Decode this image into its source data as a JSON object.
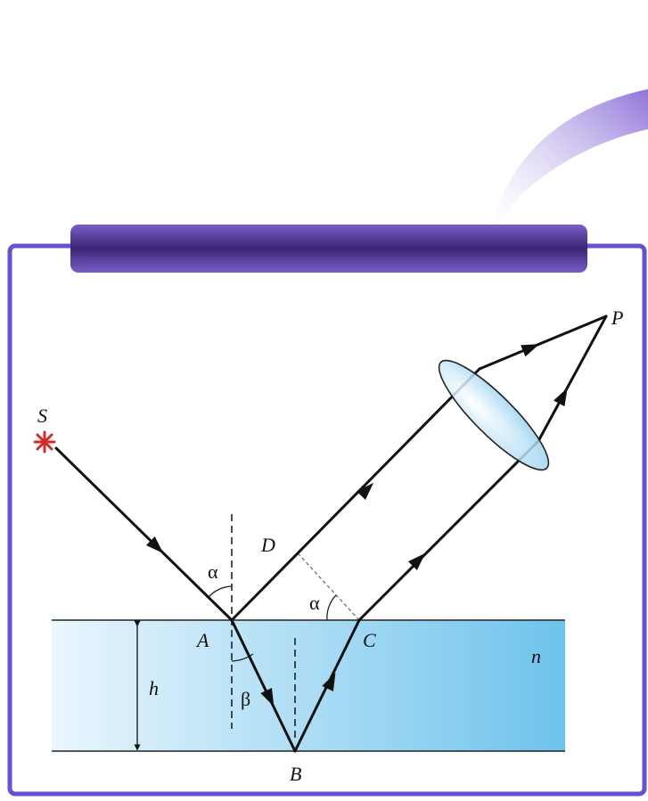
{
  "colors": {
    "frame": "#6a4fcf",
    "header_bar_dark": "#3b2477",
    "header_bar_light": "#7a5fc8",
    "swoosh": "#8f74d9",
    "medium_light": "#eaf6fd",
    "medium_dark": "#6ec3ec",
    "lens": "#8fcdf0",
    "ray": "#111111",
    "source": "#d22a2a"
  },
  "icons": {
    "source": "asterisk-star-icon"
  },
  "labels": {
    "source": "S",
    "point_p": "P",
    "point_a": "A",
    "point_b": "B",
    "point_c": "C",
    "point_d": "D",
    "thickness": "h",
    "refractive_index": "n",
    "angle_incidence": "α",
    "angle_incidence_at_c": "α",
    "angle_refraction": "β"
  }
}
